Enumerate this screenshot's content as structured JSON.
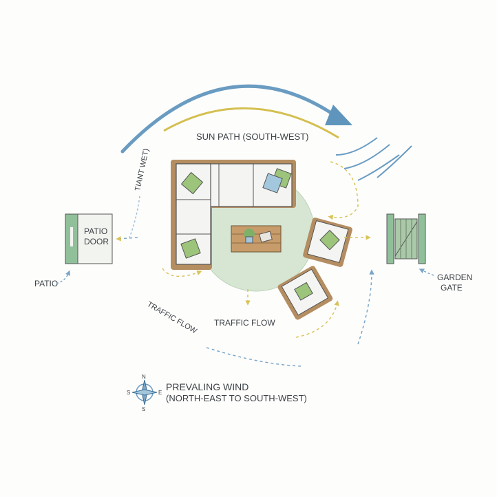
{
  "labels": {
    "sun_path": "SUN PATH (SOUTH-WEST)",
    "rotated_label": "TIANT WET)",
    "patio_door_line1": "PATIO",
    "patio_door_line2": "DOOR",
    "patio": "PATIO",
    "garden_gate_line1": "GARDEN",
    "garden_gate_line2": "GATE",
    "traffic_flow_center": "TRAFFIC FLOW",
    "traffic_flow_diagonal": "TRAFFIC FLOW",
    "wind_title": "PREVALING WIND",
    "wind_subtitle": "(NORTH-EAST TO SOUTH-WEST)"
  },
  "compass": {
    "n": "N",
    "s": "S",
    "e": "E",
    "w": "S"
  },
  "colors": {
    "sun_arc": "#d4bf4f",
    "wind_arrow": "#5f95bd",
    "rug": "#d6e6d3",
    "wood": "#b48d61",
    "cushion_green": "#9cc47a",
    "cushion_blue": "#a3c7dd",
    "door_green": "#8fc09a",
    "traffic_yellow": "#d9c35a"
  }
}
